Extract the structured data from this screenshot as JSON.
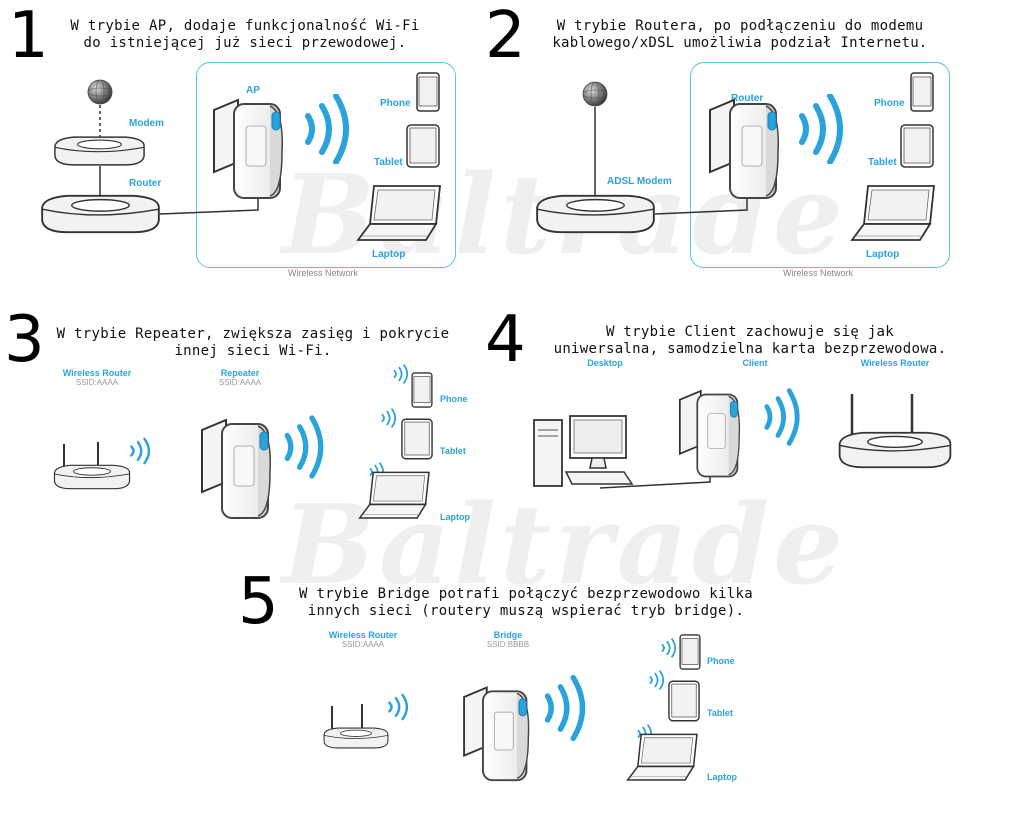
{
  "watermark": "Baltrade",
  "colors": {
    "accent": "#2aa3dc",
    "box_border": "#5bc3e8",
    "device_body": "#f2f2f2"
  },
  "modes": [
    {
      "number": "1",
      "description_lines": [
        "W trybie AP, dodaje funkcjonalność Wi-Fi",
        "do istniejącej już sieci przewodowej."
      ],
      "labels": {
        "modem": "Modem",
        "router": "Router",
        "ap": "AP",
        "phone": "Phone",
        "tablet": "Tablet",
        "laptop": "Laptop"
      },
      "caption": "Wireless Network"
    },
    {
      "number": "2",
      "description_lines": [
        "W trybie Routera, po podłączeniu do modemu",
        "kablowego/xDSL umożliwia podział Internetu."
      ],
      "labels": {
        "adsl_modem": "ADSL Modem",
        "router": "Router",
        "phone": "Phone",
        "tablet": "Tablet",
        "laptop": "Laptop"
      },
      "caption": "Wireless Network"
    },
    {
      "number": "3",
      "description_lines": [
        "W trybie Repeater, zwiększa zasięg i pokrycie",
        "innej sieci Wi-Fi."
      ],
      "labels": {
        "wireless_router": "Wireless Router",
        "wireless_router_ssid": "SSID:AAAA",
        "repeater": "Repeater",
        "repeater_ssid": "SSID:AAAA",
        "phone": "Phone",
        "tablet": "Tablet",
        "laptop": "Laptop"
      }
    },
    {
      "number": "4",
      "description_lines": [
        "W trybie Client zachowuje się jak",
        "uniwersalna, samodzielna karta bezprzewodowa."
      ],
      "labels": {
        "desktop": "Desktop",
        "client": "Client",
        "wireless_router": "Wireless Router"
      }
    },
    {
      "number": "5",
      "description_lines": [
        "W trybie Bridge potrafi połączyć bezprzewodowo kilka",
        "innych sieci (routery muszą wspierać tryb bridge)."
      ],
      "labels": {
        "wireless_router": "Wireless Router",
        "wireless_router_ssid": "SSID:AAAA",
        "bridge": "Bridge",
        "bridge_ssid": "SSID:BBBB",
        "phone": "Phone",
        "tablet": "Tablet",
        "laptop": "Laptop"
      }
    }
  ]
}
